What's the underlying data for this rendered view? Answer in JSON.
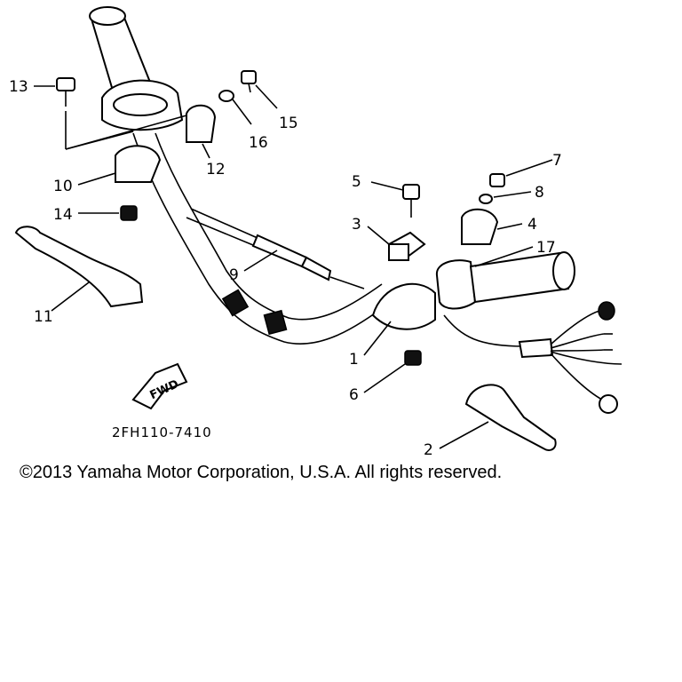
{
  "diagram": {
    "callouts": [
      {
        "id": "1",
        "text": "1"
      },
      {
        "id": "2",
        "text": "2"
      },
      {
        "id": "3",
        "text": "3"
      },
      {
        "id": "4",
        "text": "4"
      },
      {
        "id": "5",
        "text": "5"
      },
      {
        "id": "6",
        "text": "6"
      },
      {
        "id": "7",
        "text": "7"
      },
      {
        "id": "8",
        "text": "8"
      },
      {
        "id": "9",
        "text": "9"
      },
      {
        "id": "10",
        "text": "10"
      },
      {
        "id": "11",
        "text": "11"
      },
      {
        "id": "12",
        "text": "12"
      },
      {
        "id": "13",
        "text": "13"
      },
      {
        "id": "14",
        "text": "14"
      },
      {
        "id": "15",
        "text": "15"
      },
      {
        "id": "16",
        "text": "16"
      },
      {
        "id": "17",
        "text": "17"
      }
    ],
    "fwd_label": "FWD",
    "diagram_code": "2FH110-7410"
  },
  "footer": {
    "copyright": "©2013 Yamaha Motor Corporation, U.S.A. All rights reserved."
  }
}
